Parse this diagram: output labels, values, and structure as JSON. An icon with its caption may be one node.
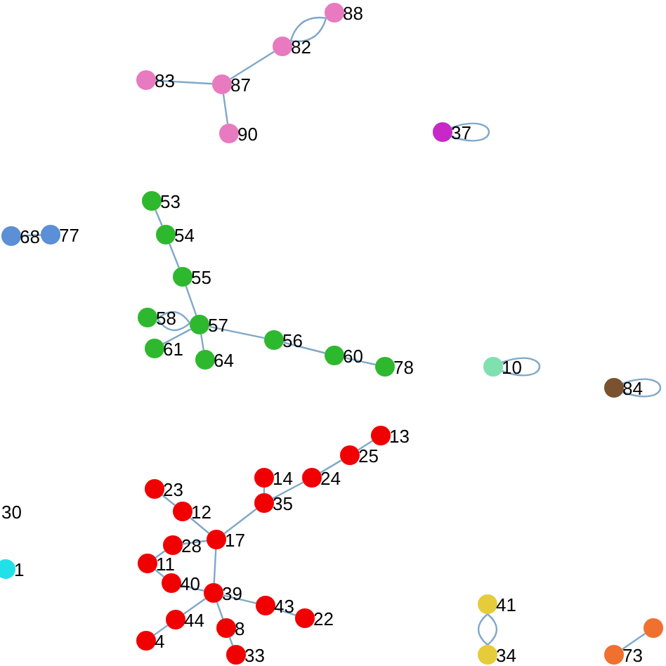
{
  "diagram": {
    "nodes": [
      {
        "text": [
          "88"
        ]
      },
      {
        "text": [
          "82"
        ]
      },
      {
        "text": [
          "83"
        ]
      },
      {
        "text": [
          "87"
        ]
      },
      {
        "text": [
          "90"
        ]
      },
      {
        "text": [
          "37"
        ]
      },
      {
        "text": [
          "68"
        ]
      },
      {
        "text": [
          "77"
        ]
      },
      {
        "text": [
          "53"
        ]
      },
      {
        "text": [
          "54"
        ]
      },
      {
        "text": [
          "55"
        ]
      },
      {
        "text": [
          "58"
        ]
      },
      {
        "text": [
          "57"
        ]
      },
      {
        "text": [
          "61"
        ]
      },
      {
        "text": [
          "64"
        ]
      },
      {
        "text": [
          "56"
        ]
      },
      {
        "text": [
          "60"
        ]
      },
      {
        "text": [
          "78"
        ]
      },
      {
        "text": [
          "10"
        ]
      },
      {
        "text": [
          "84"
        ]
      },
      {
        "text": [
          "13"
        ]
      },
      {
        "text": [
          "25"
        ]
      },
      {
        "text": [
          "24"
        ]
      },
      {
        "text": [
          "14"
        ]
      },
      {
        "text": [
          "35"
        ]
      },
      {
        "text": [
          "23"
        ]
      },
      {
        "text": [
          "12"
        ]
      },
      {
        "text": [
          "17"
        ]
      },
      {
        "text": [
          "28"
        ]
      },
      {
        "text": [
          "11"
        ]
      },
      {
        "text": [
          "40"
        ]
      },
      {
        "text": [
          "39"
        ]
      },
      {
        "text": [
          "43"
        ]
      },
      {
        "text": [
          "22"
        ]
      },
      {
        "text": [
          "44"
        ]
      },
      {
        "text": [
          "8"
        ]
      },
      {
        "text": [
          "4"
        ]
      },
      {
        "text": [
          "33"
        ]
      },
      {
        "text": [
          "41"
        ]
      },
      {
        "text": [
          "34"
        ]
      },
      {
        "text": [
          "73"
        ]
      },
      {
        "text": [],
        "shape": "circle"
      },
      {
        "text": [
          "1"
        ]
      }
    ],
    "edges": [
      {
        "from": 0,
        "to": 1,
        "arrow": "none"
      },
      {
        "from": 0,
        "to": 1,
        "arrow": "none"
      },
      {
        "from": 1,
        "to": 3,
        "arrow": "none"
      },
      {
        "from": 2,
        "to": 3,
        "arrow": "none"
      },
      {
        "from": 3,
        "to": 4,
        "arrow": "none"
      },
      {
        "from": 5,
        "to": 5,
        "arrow": "none"
      },
      {
        "from": 6,
        "to": 7,
        "arrow": "none"
      },
      {
        "from": 8,
        "to": 9,
        "arrow": "none"
      },
      {
        "from": 9,
        "to": 10,
        "arrow": "none"
      },
      {
        "from": 10,
        "to": 12,
        "arrow": "none"
      },
      {
        "from": 11,
        "to": 12,
        "arrow": "none"
      },
      {
        "from": 11,
        "to": 12,
        "arrow": "none"
      },
      {
        "from": 13,
        "to": 12,
        "arrow": "none"
      },
      {
        "from": 14,
        "to": 12,
        "arrow": "none"
      },
      {
        "from": 12,
        "to": 15,
        "arrow": "none"
      },
      {
        "from": 15,
        "to": 16,
        "arrow": "none"
      },
      {
        "from": 16,
        "to": 17,
        "arrow": "none"
      },
      {
        "from": 18,
        "to": 18,
        "arrow": "none"
      },
      {
        "from": 19,
        "to": 19,
        "arrow": "none"
      },
      {
        "from": 20,
        "to": 21,
        "arrow": "none"
      },
      {
        "from": 21,
        "to": 22,
        "arrow": "none"
      },
      {
        "from": 22,
        "to": 24,
        "arrow": "none"
      },
      {
        "from": 23,
        "to": 24,
        "arrow": "none"
      },
      {
        "from": 24,
        "to": 27,
        "arrow": "none"
      },
      {
        "from": 25,
        "to": 26,
        "arrow": "none"
      },
      {
        "from": 26,
        "to": 27,
        "arrow": "none"
      },
      {
        "from": 28,
        "to": 27,
        "arrow": "none"
      },
      {
        "from": 28,
        "to": 29,
        "arrow": "none"
      },
      {
        "from": 29,
        "to": 30,
        "arrow": "none"
      },
      {
        "from": 30,
        "to": 31,
        "arrow": "none"
      },
      {
        "from": 27,
        "to": 31,
        "arrow": "none"
      },
      {
        "from": 31,
        "to": 34,
        "arrow": "none"
      },
      {
        "from": 34,
        "to": 36,
        "arrow": "none"
      },
      {
        "from": 31,
        "to": 35,
        "arrow": "none"
      },
      {
        "from": 35,
        "to": 37,
        "arrow": "none"
      },
      {
        "from": 31,
        "to": 32,
        "arrow": "none"
      },
      {
        "from": 32,
        "to": 33,
        "arrow": "none"
      },
      {
        "from": 38,
        "to": 39,
        "arrow": "none"
      },
      {
        "from": 38,
        "to": 39,
        "arrow": "none"
      },
      {
        "from": 40,
        "to": 41,
        "arrow": "none"
      }
    ],
    "labels": [
      "30"
    ]
  }
}
